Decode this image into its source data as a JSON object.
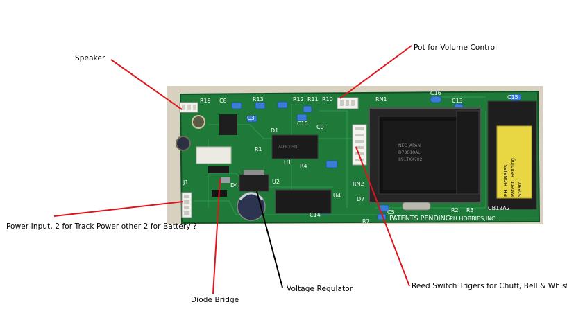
{
  "annotations": {
    "speaker": "Speaker",
    "pot": "Pot for Volume Control",
    "power": "Power Input, 2 for Track Power other 2 for Battery ?",
    "diode": "Diode Bridge",
    "regulator": "Voltage Regulator",
    "reed": "Reed Switch Trigers for Chuff, Bell & Whistle"
  },
  "board": {
    "refs": [
      "R19",
      "C8",
      "R13",
      "R12",
      "R11",
      "R10",
      "RN1",
      "C16",
      "C13",
      "C15",
      "C3",
      "C10",
      "C9",
      "R1",
      "R4",
      "U1",
      "U2",
      "U4",
      "J1",
      "R2",
      "R3",
      "C14",
      "C5",
      "D1",
      "D4",
      "D7",
      "R7",
      "RN2"
    ],
    "ic_chip_text": [
      "NEC JAPAN",
      "D78C10AL",
      "891TKK702"
    ],
    "eprom_label": [
      "P.H. HOBBIES,",
      "Patent",
      "Pending",
      "Steam"
    ],
    "board_code": "CB12A2",
    "patents_text": "PATENTS PENDING",
    "maker_text": "PH HOBBIES,INC."
  },
  "colors": {
    "arrow_red": "#e0141c",
    "arrow_black": "#000000",
    "pcb_green": "#1f7a3a",
    "background": "#ffffff"
  }
}
